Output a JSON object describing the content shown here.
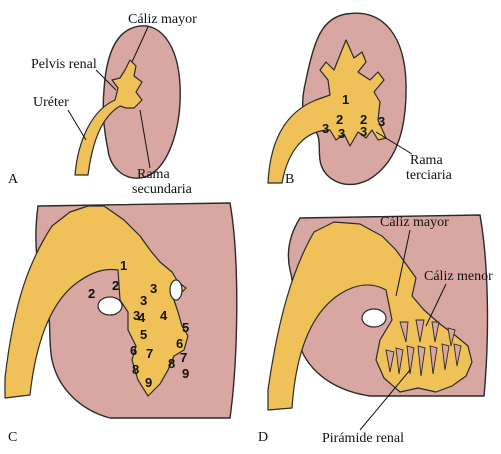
{
  "panels": [
    {
      "letter": "A",
      "labels": [
        "Cáliz mayor",
        "Pelvis renal",
        "Uréter",
        "Rama",
        "secundaria"
      ]
    },
    {
      "letter": "B",
      "labels": [
        "Rama",
        "terciaria"
      ],
      "numbers": [
        "1",
        "2",
        "2",
        "3",
        "3",
        "3",
        "3"
      ]
    },
    {
      "letter": "C",
      "numbers": [
        "1",
        "2",
        "2",
        "3",
        "3",
        "3",
        "4",
        "4",
        "5",
        "5",
        "6",
        "6",
        "7",
        "7",
        "8",
        "8",
        "9",
        "9"
      ]
    },
    {
      "letter": "D",
      "labels": [
        "Cáliz mayor",
        "Cáliz menor",
        "Pirámide renal"
      ]
    }
  ],
  "colors": {
    "kidney": "#d8a7a2",
    "collecting_system": "#efc158",
    "outline": "#2a2a2a"
  }
}
